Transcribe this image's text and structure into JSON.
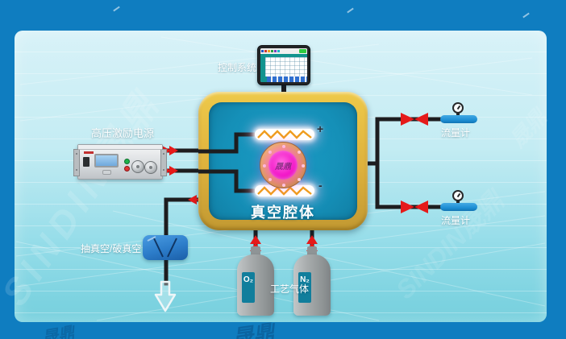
{
  "labels": {
    "control_system": "控制系统",
    "hv_power_supply": "高压激励电源",
    "vacuum_chamber": "真空腔体",
    "vacuum_pump": "抽真空/破真空",
    "process_gas": "工艺气体",
    "anode_sign": "+",
    "cathode_sign": "-"
  },
  "flow_meters": [
    {
      "label": "流量计"
    },
    {
      "label": "流量计"
    }
  ],
  "gas_bottles": [
    {
      "gas": "O₂"
    },
    {
      "gas": "N₂"
    }
  ],
  "watermark": {
    "brand": "SINDIN",
    "brand_cn": "晟鼎",
    "full": "SINDIN晟鼎"
  },
  "colors": {
    "frame_blue": "#0f7dc0",
    "panel_cyan": "#bdeaf2",
    "chamber_gold": "#ddb13c",
    "chamber_teal": "#1590b8",
    "plasma_magenta": "#f317c9",
    "electrode_zigzag": "#ef9d1f",
    "arrow_valve_red": "#e51a1a",
    "flowmeter_blue": "#1e8fd4",
    "pump_blue": "#2c7cc9",
    "bottle_gray": "#a9adae",
    "gas_tag_teal": "#117e9c",
    "wire_black": "#1d1d1f"
  }
}
